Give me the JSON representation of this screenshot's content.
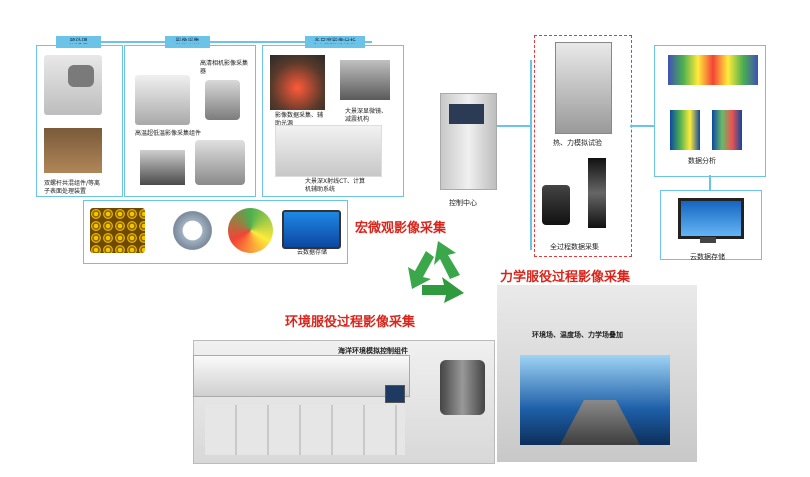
{
  "macro_panel": {
    "headers": [
      "预处理",
      "影像采集",
      "多尺度影像分析"
    ],
    "captions": {
      "preprocess": "双螺杆共混组件/等离子表面处理装置",
      "camera": "高清相机影像采集器",
      "highspeed": "高温超低温影像采集组件",
      "micro": "影像数据采集、辅助光源",
      "scan": "大景深显微镜、减震机构",
      "ct": "大景深X射线CT、计算机辅助系统"
    },
    "thumb_captions": [
      "",
      "",
      "",
      "云数据存储"
    ]
  },
  "control": {
    "label": "控制中心"
  },
  "mech_panel": {
    "caption1": "热、力模拟试验",
    "caption2": "全过程数据采集"
  },
  "analysis": {
    "label": "数据分析"
  },
  "cloud": {
    "label": "云数据存储"
  },
  "titles": {
    "macro": "宏微观影像采集",
    "mech": "力学服役过程影像采集",
    "env": "环境服役过程影像采集"
  },
  "marine": {
    "label": "海洋环境模拟控制组件"
  },
  "tank": {
    "label": "环境场、温度场、力学场叠加"
  }
}
